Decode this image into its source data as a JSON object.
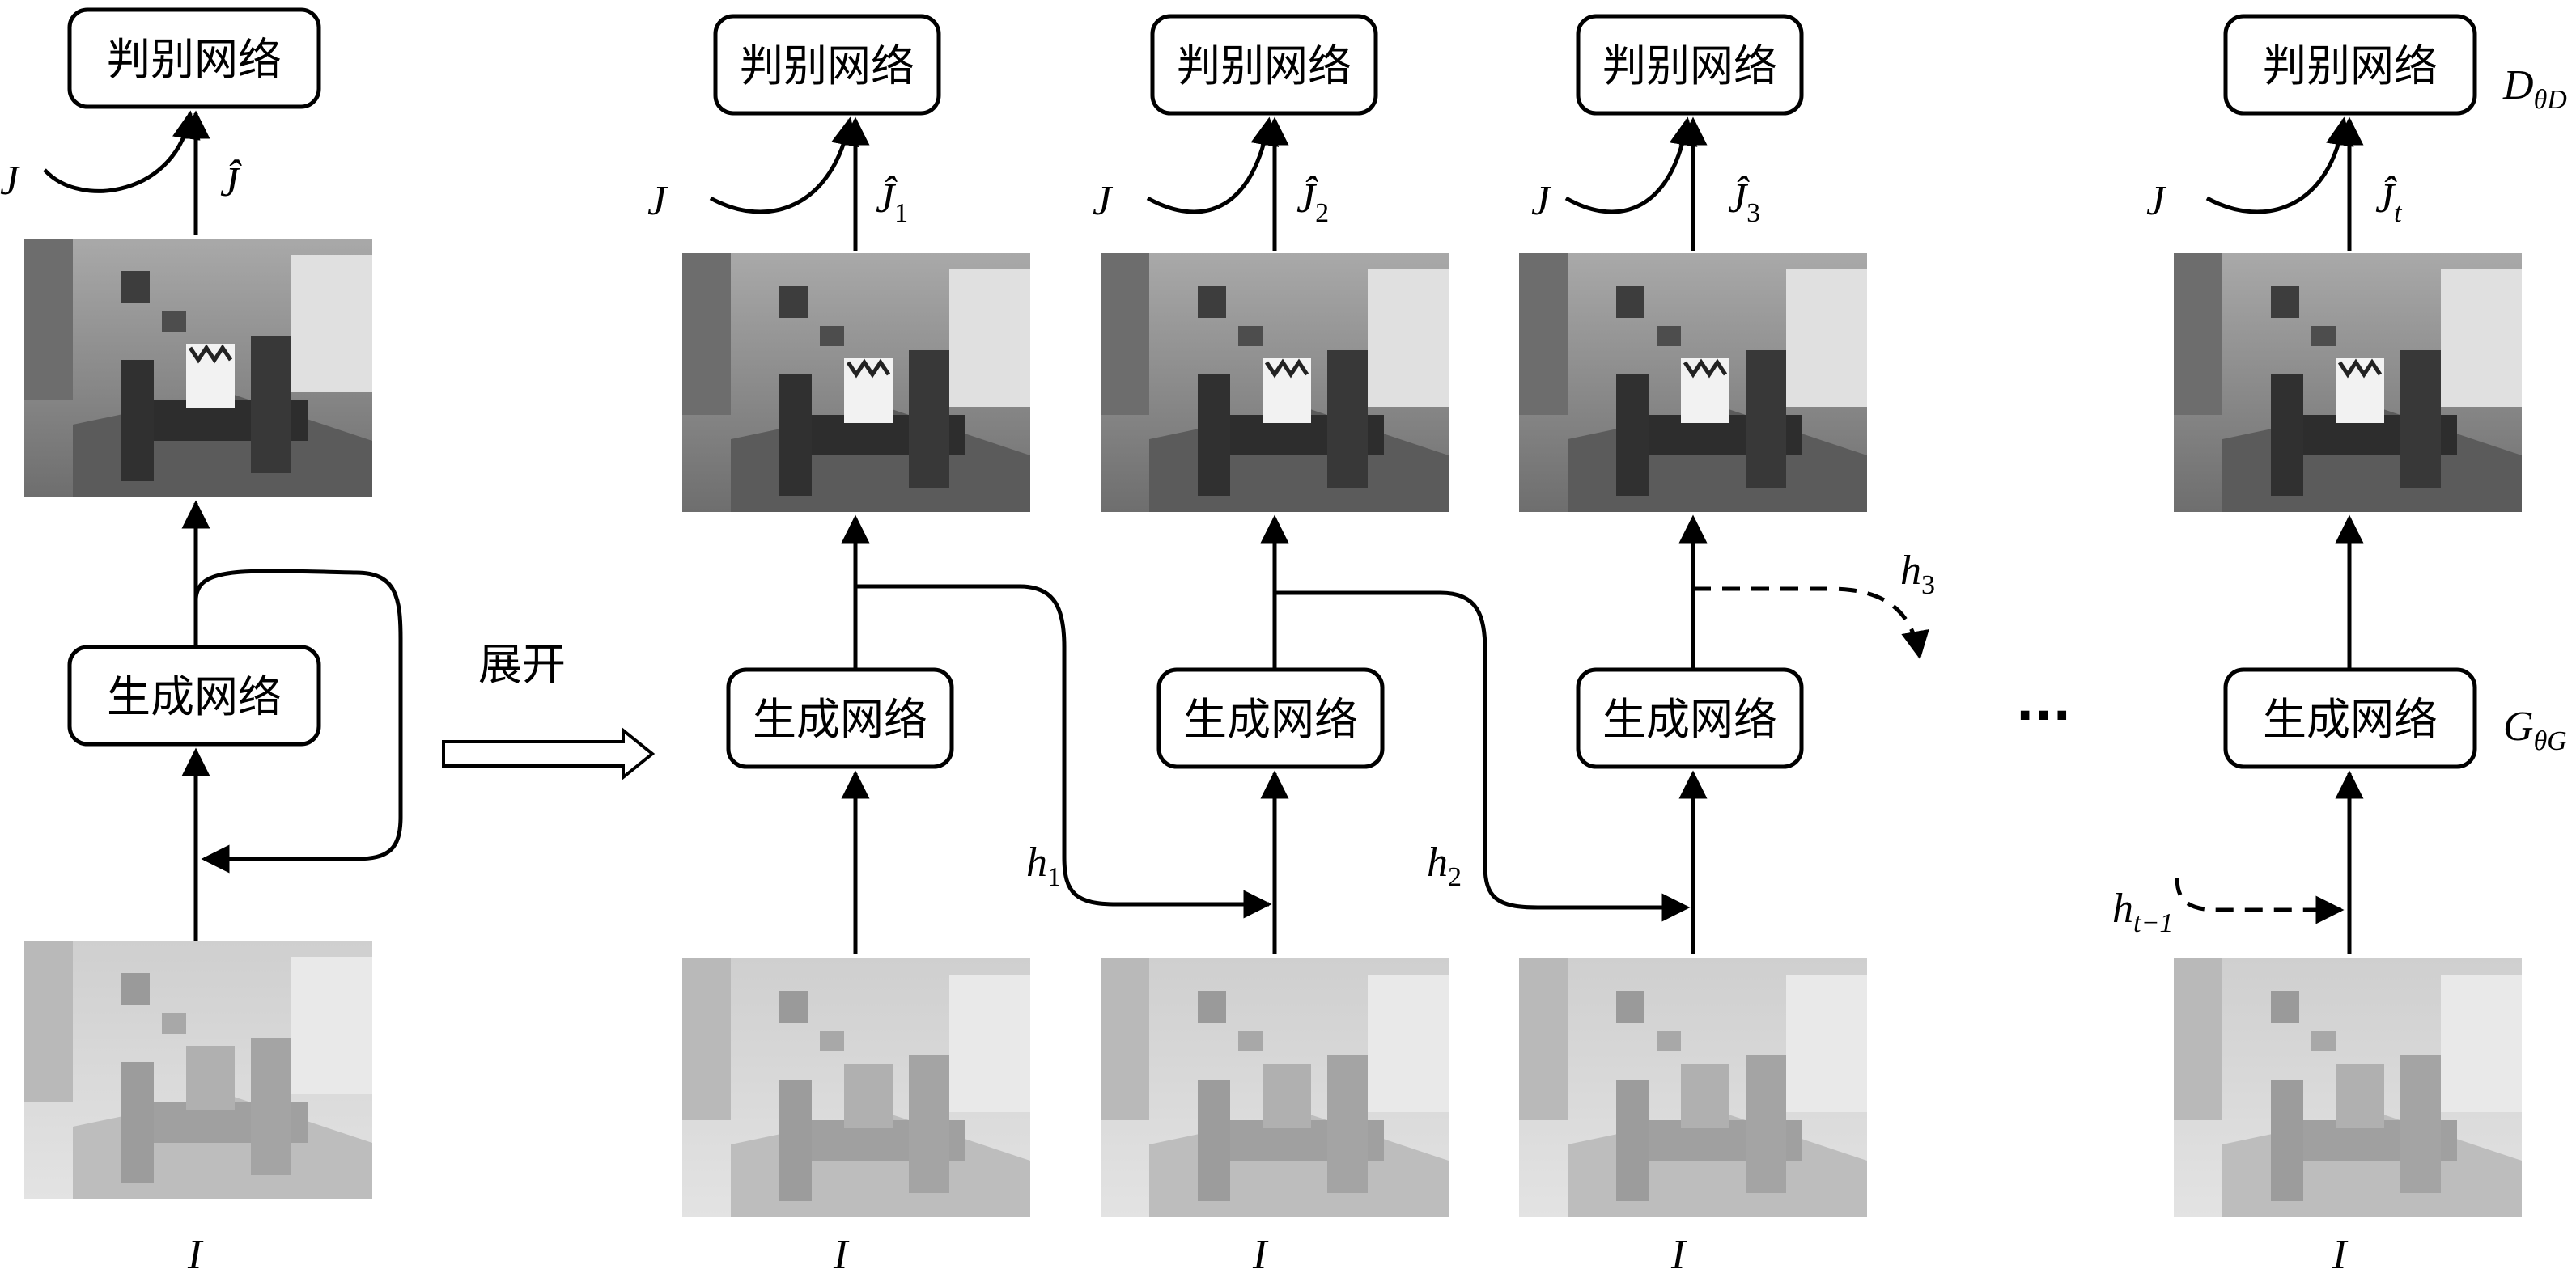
{
  "discriminator_label": "判别网络",
  "generator_label": "生成网络",
  "unfold_label": "展开",
  "ellipsis": "···",
  "input_label": "I",
  "target_label": "J",
  "discriminator_symbol": {
    "main": "D",
    "sub": "θD"
  },
  "generator_symbol": {
    "main": "G",
    "sub": "θG"
  },
  "outputs": [
    {
      "main": "Ĵ",
      "sub": ""
    },
    {
      "main": "Ĵ",
      "sub": "1"
    },
    {
      "main": "Ĵ",
      "sub": "2"
    },
    {
      "main": "Ĵ",
      "sub": "3"
    },
    {
      "main": "Ĵ",
      "sub": "t"
    }
  ],
  "hidden_states": [
    {
      "main": "h",
      "sub": "1"
    },
    {
      "main": "h",
      "sub": "2"
    },
    {
      "main": "h",
      "sub": "3"
    },
    {
      "main": "h",
      "sub": "t−1"
    }
  ],
  "colors": {
    "stroke": "#000000",
    "box_fill": "#ffffff"
  },
  "image_subject": "grayscale dining room photo"
}
